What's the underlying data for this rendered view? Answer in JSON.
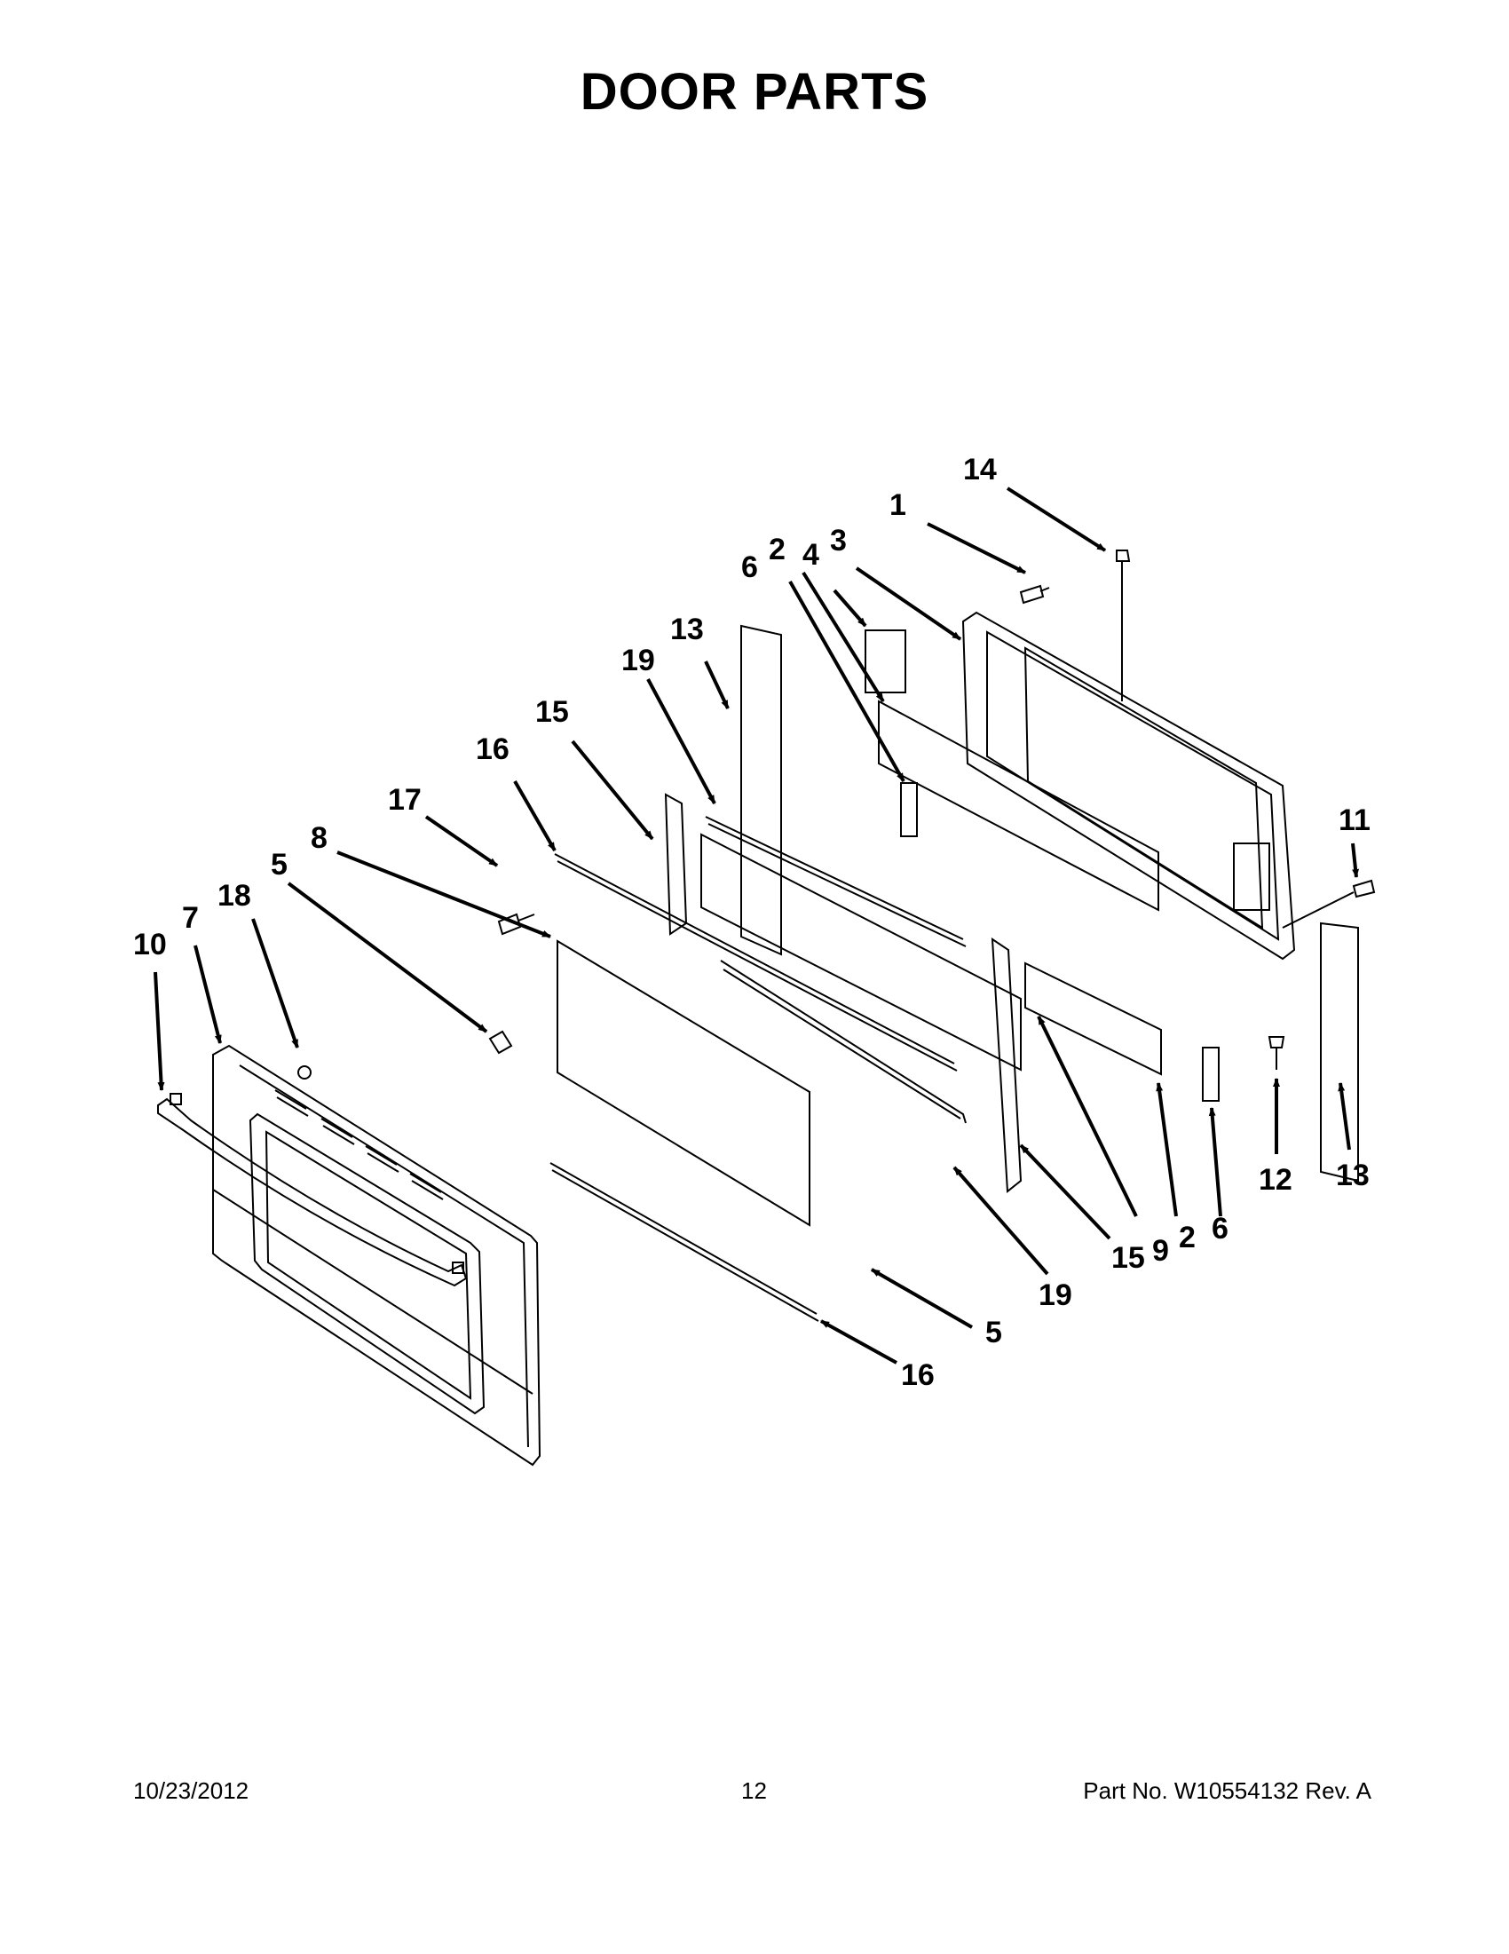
{
  "title": "DOOR PARTS",
  "callouts": [
    "14",
    "1",
    "4",
    "3",
    "6",
    "2",
    "13",
    "19",
    "15",
    "16",
    "17",
    "8",
    "5",
    "18",
    "7",
    "10",
    "11",
    "12",
    "13",
    "9",
    "2",
    "6",
    "15",
    "19",
    "5",
    "16"
  ],
  "footer": {
    "date": "10/23/2012",
    "page": "12",
    "part": "Part No.  W10554132  Rev.  A"
  }
}
